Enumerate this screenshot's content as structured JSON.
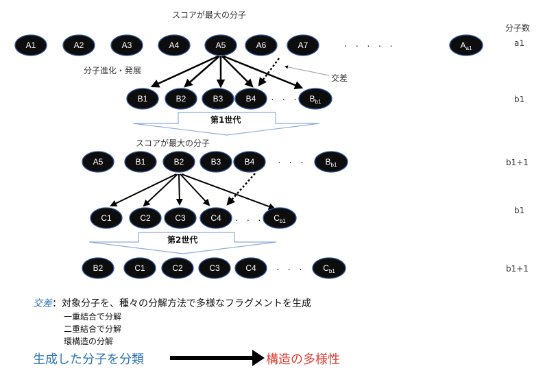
{
  "labels": {
    "top_score": "スコアが最大の分子",
    "evolution": "分子進化・発展",
    "crossover": "交差",
    "gen1": "第1世代",
    "gen2": "第2世代",
    "mid_score": "スコアが最大の分子",
    "count_header": "分子数"
  },
  "counts": {
    "row1": "a1",
    "row2": "b1",
    "row3": "b1+1",
    "row4": "b1",
    "row5": "b1+1"
  },
  "rows": {
    "row1": [
      "A1",
      "A2",
      "A3",
      "A4",
      "A5",
      "A6",
      "A7"
    ],
    "row1_last": {
      "main": "A",
      "sub": "a1"
    },
    "row2": [
      "B1",
      "B2",
      "B3",
      "B4"
    ],
    "row2_last": {
      "main": "B",
      "sub": "b1"
    },
    "row3": [
      "A5",
      "B1",
      "B2",
      "B3",
      "B4"
    ],
    "row3_last": {
      "main": "B",
      "sub": "b1"
    },
    "row4": [
      "C1",
      "C2",
      "C3",
      "C4"
    ],
    "row4_last": {
      "main": "C",
      "sub": "b1"
    },
    "row5": [
      "B2",
      "C1",
      "C2",
      "C3",
      "C4"
    ],
    "row5_last": {
      "main": "C",
      "sub": "b1"
    }
  },
  "ellipsis": {
    "row1": "· · · · ·",
    "short": "· · ·"
  },
  "notes": {
    "term": "交差",
    "definition": "：対象分子を、種々の分解方法で多様なフラグメントを生成",
    "items": [
      "一重結合で分解",
      "二重結合で分解",
      "環構造の分解"
    ]
  },
  "conclusion": {
    "left": "生成した分子を分類",
    "right": "構造の多様性"
  },
  "colors": {
    "node": "#0d0d0d",
    "node_stroke": "#2f5597",
    "arrow_outline": "#8faadc",
    "term": "#2e75b6",
    "left": "#2e75b6",
    "right": "#e03c31"
  }
}
